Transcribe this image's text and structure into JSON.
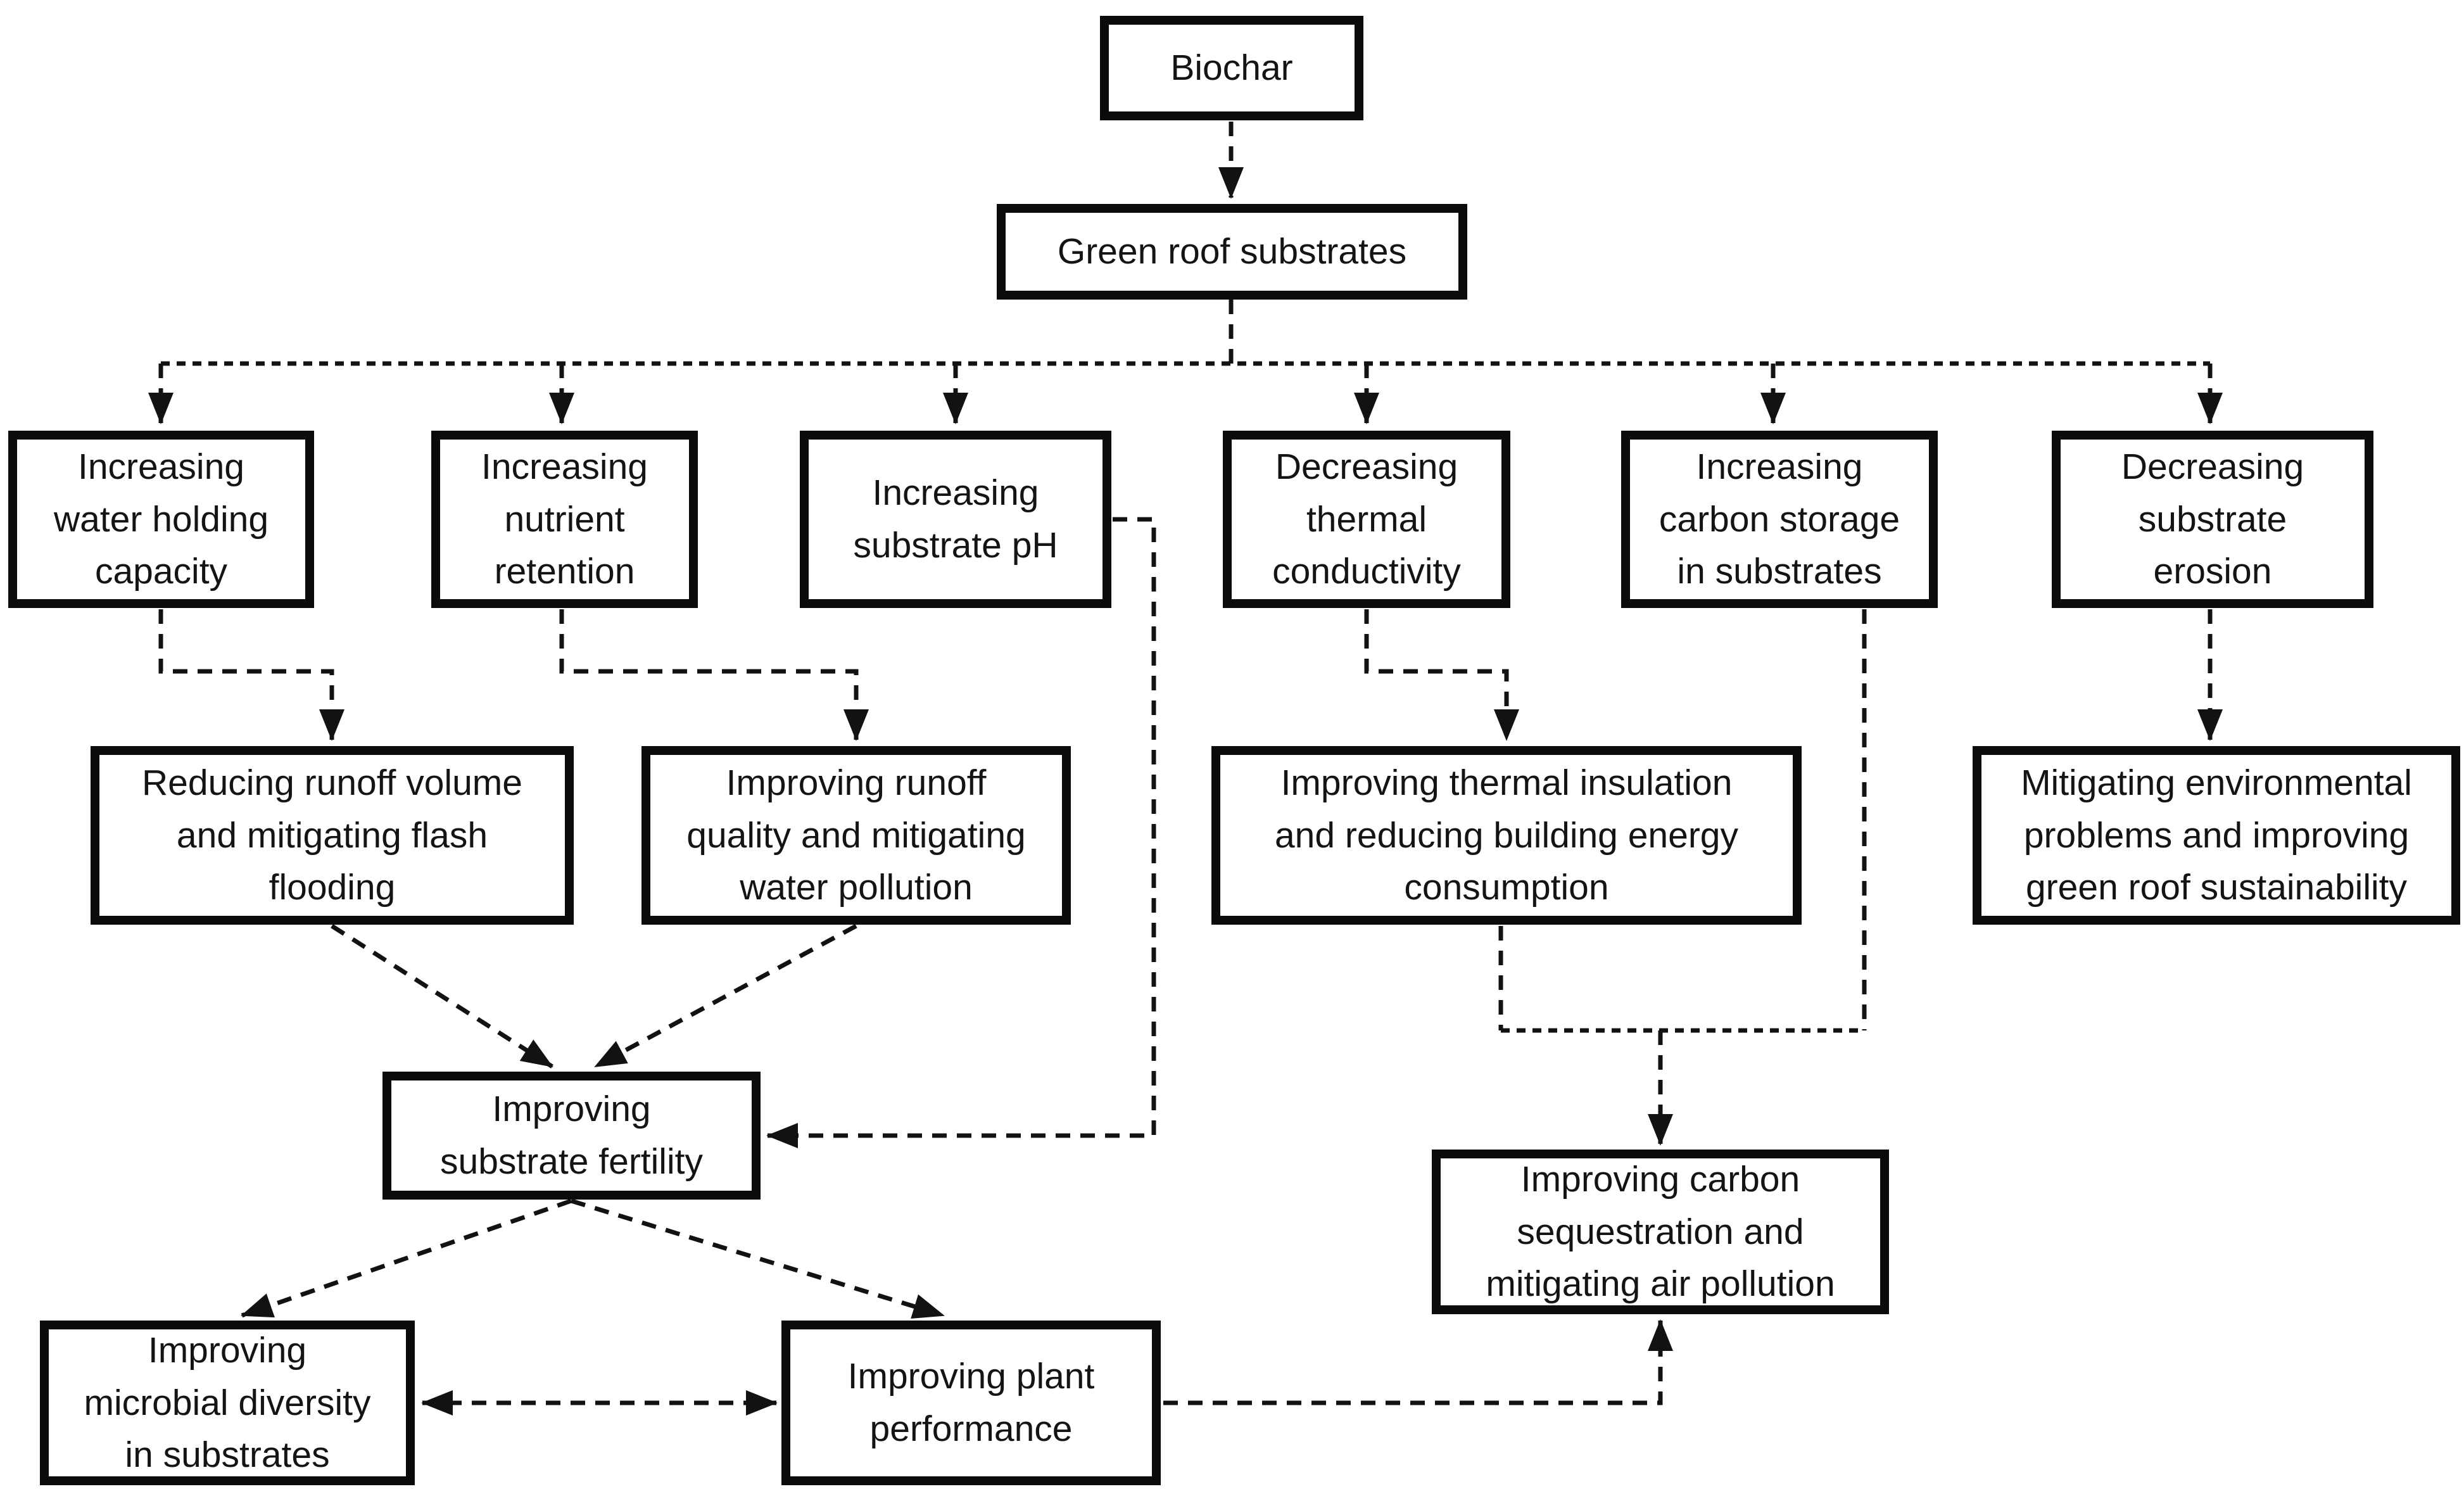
{
  "colors": {
    "background": "#ffffff",
    "box_border": "#0b0b0b",
    "line": "#121212",
    "text": "#141414"
  },
  "nodes": {
    "biochar": {
      "label": "Biochar"
    },
    "green_roof_substrates": {
      "label": "Green roof substrates"
    },
    "increasing_water_holding_capacity": {
      "label": "Increasing\nwater holding\ncapacity"
    },
    "increasing_nutrient_retention": {
      "label": "Increasing\nnutrient\nretention"
    },
    "increasing_substrate_ph": {
      "label": "Increasing\nsubstrate pH"
    },
    "decreasing_thermal_conductivity": {
      "label": "Decreasing\nthermal\nconductivity"
    },
    "increasing_carbon_storage": {
      "label": "Increasing\ncarbon storage\nin substrates"
    },
    "decreasing_substrate_erosion": {
      "label": "Decreasing\nsubstrate\nerosion"
    },
    "reducing_runoff_volume": {
      "label": "Reducing runoff volume\nand mitigating flash\nflooding"
    },
    "improving_runoff_quality": {
      "label": "Improving runoff\nquality and mitigating\nwater pollution"
    },
    "improving_thermal_insulation": {
      "label": "Improving thermal insulation\nand reducing building energy\nconsumption"
    },
    "mitigating_environmental_problems": {
      "label": "Mitigating environmental\nproblems and improving\ngreen roof sustainability"
    },
    "improving_substrate_fertility": {
      "label": "Improving\nsubstrate fertility"
    },
    "improving_carbon_sequestration": {
      "label": "Improving carbon\nsequestration and\nmitigating air pollution"
    },
    "improving_microbial_diversity": {
      "label": "Improving\nmicrobial diversity\nin substrates"
    },
    "improving_plant_performance": {
      "label": "Improving plant\nperformance"
    }
  },
  "edges": [
    {
      "from": "biochar",
      "to": "green_roof_substrates",
      "style": "dashed",
      "arrows": "single"
    },
    {
      "from": "green_roof_substrates",
      "to": "increasing_water_holding_capacity",
      "style": "dashed",
      "arrows": "single"
    },
    {
      "from": "green_roof_substrates",
      "to": "increasing_nutrient_retention",
      "style": "dashed",
      "arrows": "single"
    },
    {
      "from": "green_roof_substrates",
      "to": "increasing_substrate_ph",
      "style": "dashed",
      "arrows": "single"
    },
    {
      "from": "green_roof_substrates",
      "to": "decreasing_thermal_conductivity",
      "style": "dashed",
      "arrows": "single"
    },
    {
      "from": "green_roof_substrates",
      "to": "increasing_carbon_storage",
      "style": "dashed",
      "arrows": "single"
    },
    {
      "from": "green_roof_substrates",
      "to": "decreasing_substrate_erosion",
      "style": "dashed",
      "arrows": "single"
    },
    {
      "from": "increasing_water_holding_capacity",
      "to": "reducing_runoff_volume",
      "style": "dashed",
      "arrows": "single"
    },
    {
      "from": "increasing_nutrient_retention",
      "to": "improving_runoff_quality",
      "style": "dashed",
      "arrows": "single"
    },
    {
      "from": "increasing_substrate_ph",
      "to": "improving_substrate_fertility",
      "style": "dashed",
      "arrows": "single"
    },
    {
      "from": "decreasing_thermal_conductivity",
      "to": "improving_thermal_insulation",
      "style": "dashed",
      "arrows": "single"
    },
    {
      "from": "increasing_carbon_storage",
      "to": "improving_carbon_sequestration",
      "style": "dashed",
      "arrows": "single"
    },
    {
      "from": "decreasing_substrate_erosion",
      "to": "mitigating_environmental_problems",
      "style": "dashed",
      "arrows": "single"
    },
    {
      "from": "reducing_runoff_volume",
      "to": "improving_substrate_fertility",
      "style": "dashed",
      "arrows": "single"
    },
    {
      "from": "improving_runoff_quality",
      "to": "improving_substrate_fertility",
      "style": "dashed",
      "arrows": "single"
    },
    {
      "from": "improving_thermal_insulation",
      "to": "improving_carbon_sequestration",
      "style": "dashed",
      "arrows": "single"
    },
    {
      "from": "improving_substrate_fertility",
      "to": "improving_microbial_diversity",
      "style": "dashed",
      "arrows": "single"
    },
    {
      "from": "improving_substrate_fertility",
      "to": "improving_plant_performance",
      "style": "dashed",
      "arrows": "single"
    },
    {
      "from": "improving_microbial_diversity",
      "to": "improving_plant_performance",
      "style": "dashed",
      "arrows": "double"
    },
    {
      "from": "improving_plant_performance",
      "to": "improving_carbon_sequestration",
      "style": "dashed",
      "arrows": "single"
    }
  ]
}
